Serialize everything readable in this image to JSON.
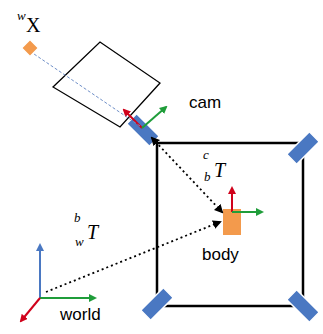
{
  "diagram": {
    "nodes": [
      {
        "text": [
          "X"
        ]
      },
      {
        "text": [
          "cam"
        ]
      },
      {
        "text": [
          "body"
        ]
      },
      {
        "text": [
          "world"
        ]
      }
    ],
    "edges": [
      {
        "from": 3,
        "to": 2,
        "arrow": "to",
        "label": "T"
      },
      {
        "from": 2,
        "to": 1,
        "arrow": "both",
        "label": "T"
      },
      {
        "from": 1,
        "to": 0,
        "arrow": "none"
      }
    ],
    "labels": [
      "w",
      "b",
      "w",
      "c",
      "b"
    ]
  }
}
